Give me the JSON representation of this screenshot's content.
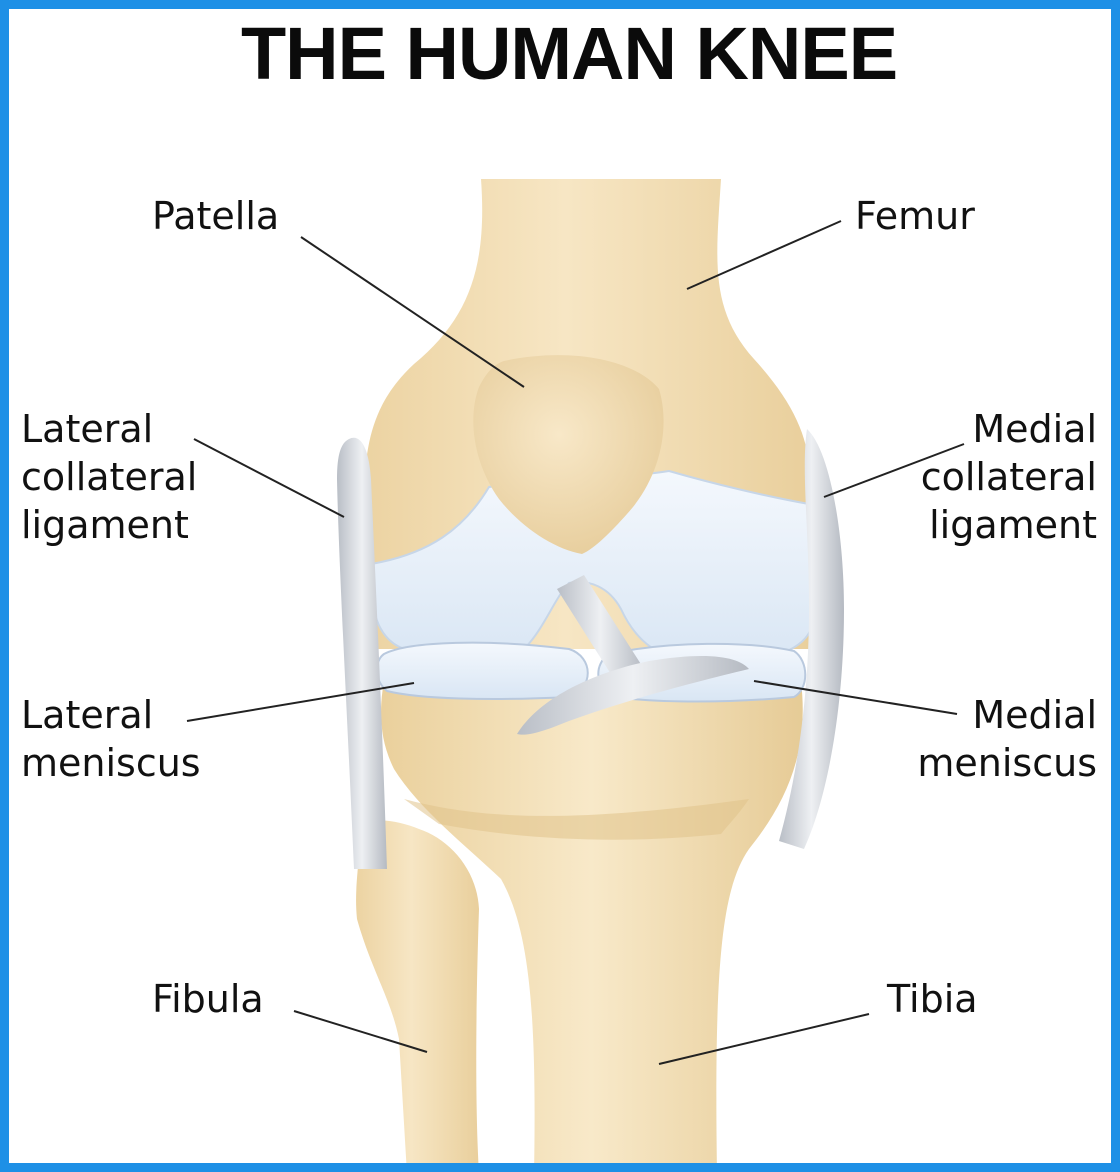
{
  "title": "THE HUMAN KNEE",
  "colors": {
    "border": "#1e90e6",
    "bone": "#f2dcb0",
    "cartilage": "#e6f0fa",
    "ligament": "#c8ccd2",
    "text": "#111111"
  },
  "labels": {
    "patella": "Patella",
    "femur": "Femur",
    "lcl": [
      "Lateral",
      "collateral",
      "ligament"
    ],
    "mcl": [
      "Medial",
      "collateral",
      "ligament"
    ],
    "lateral_meniscus": [
      "Lateral",
      "meniscus"
    ],
    "medial_meniscus": [
      "Medial",
      "meniscus"
    ],
    "fibula": "Fibula",
    "tibia": "Tibia"
  }
}
